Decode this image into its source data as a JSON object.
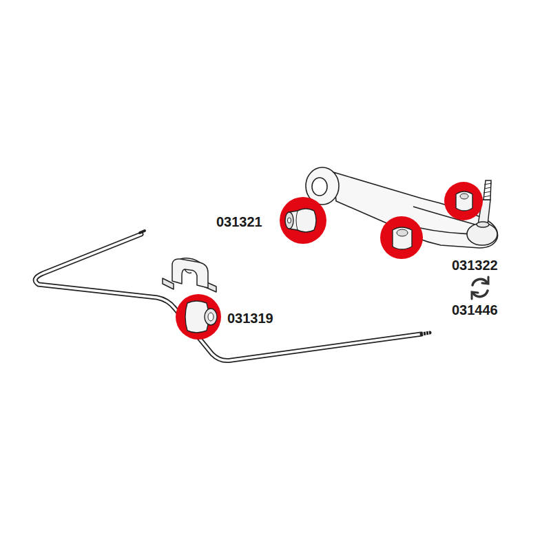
{
  "diagram": {
    "labels": [
      "031321",
      "031322",
      "031446",
      "031319"
    ]
  }
}
